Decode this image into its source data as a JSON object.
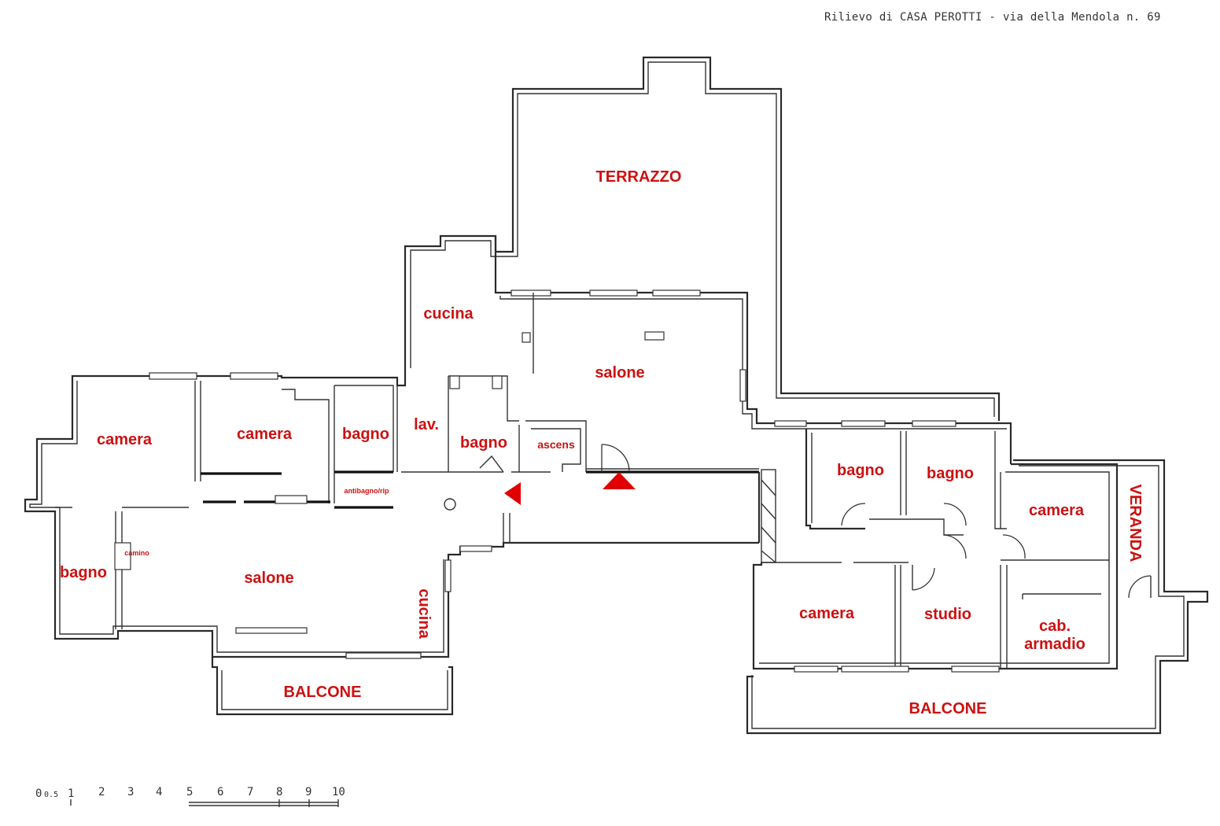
{
  "header": {
    "title": "Rilievo di CASA PEROTTI - via della Mendola n. 69"
  },
  "rooms": {
    "terrazzo": "TERRAZZO",
    "cucina_top": "cucina",
    "salone_top": "salone",
    "camera_1": "camera",
    "camera_2": "camera",
    "bagno_1": "bagno",
    "lav": "lav.",
    "bagno_2": "bagno",
    "ascens": "ascens",
    "antibagno": "antibagno/rip",
    "bagno_left": "bagno",
    "camino": "camino",
    "salone_bottom": "salone",
    "cucina_side": "cucina",
    "balcone_left": "BALCONE",
    "bagno_3": "bagno",
    "bagno_4": "bagno",
    "camera_3": "camera",
    "veranda": "VERANDA",
    "camera_4": "camera",
    "studio": "studio",
    "cab_line1": "cab.",
    "cab_line2": "armadio",
    "balcone_right": "BALCONE"
  },
  "entrance_markers": [
    "entrance-arrow-left",
    "entrance-arrow-up"
  ],
  "scale": {
    "labels": [
      "0",
      "0.5",
      "1",
      "2",
      "3",
      "4",
      "5",
      "6",
      "7",
      "8",
      "9",
      "10"
    ]
  },
  "colors": {
    "label": "#cc1111",
    "marker": "#e00000",
    "wall": "#2a2a2a"
  }
}
